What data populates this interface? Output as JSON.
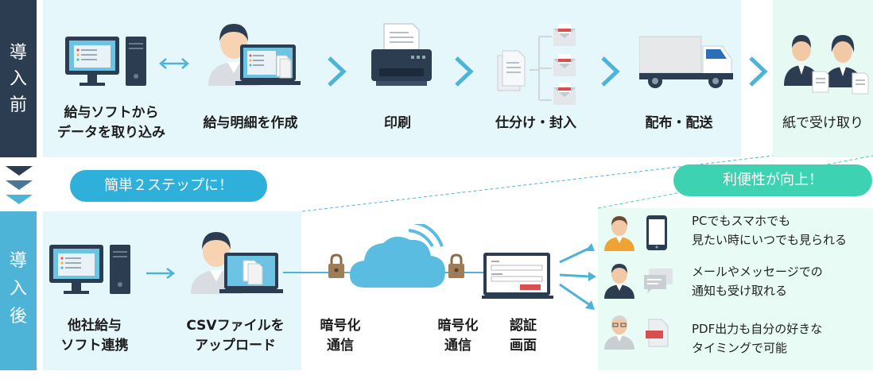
{
  "before": {
    "side_label": [
      "導",
      "入",
      "前"
    ],
    "steps": [
      {
        "lines": [
          "給与ソフトから",
          "データを取り込み"
        ]
      },
      {
        "lines": [
          "給与明細を作成"
        ]
      },
      {
        "lines": [
          "印刷"
        ]
      },
      {
        "lines": [
          "仕分け・封入"
        ]
      },
      {
        "lines": [
          "配布・配送"
        ]
      },
      {
        "lines": [
          "紙で受け取り"
        ]
      }
    ]
  },
  "pills": {
    "steps": "簡単２ステップに！",
    "convenience": "利便性が向上！"
  },
  "after": {
    "side_label": [
      "導",
      "入",
      "後"
    ],
    "steps": [
      {
        "lines": [
          "他社給与",
          "ソフト連携"
        ]
      },
      {
        "lines": [
          "CSVファイルを",
          "アップロード"
        ]
      },
      {
        "lines": [
          "暗号化",
          "通信"
        ]
      },
      {
        "lines": [
          "暗号化",
          "通信"
        ]
      },
      {
        "lines": [
          "認証",
          "画面"
        ]
      }
    ],
    "benefits": [
      {
        "lines": [
          "PCでもスマホでも",
          "見たい時にいつでも見られる"
        ]
      },
      {
        "lines": [
          "メールやメッセージでの",
          "通知も受け取れる"
        ]
      },
      {
        "lines": [
          "PDF出力も自分の好きな",
          "タイミングで可能"
        ]
      }
    ]
  },
  "colors": {
    "dark_navy": "#2c3d52",
    "accent_blue": "#4db4d8",
    "pill_blue": "#2fb0da",
    "pill_green": "#3dd3b2",
    "band_blue": "#e6f7fb",
    "band_green": "#e8fbf4"
  }
}
